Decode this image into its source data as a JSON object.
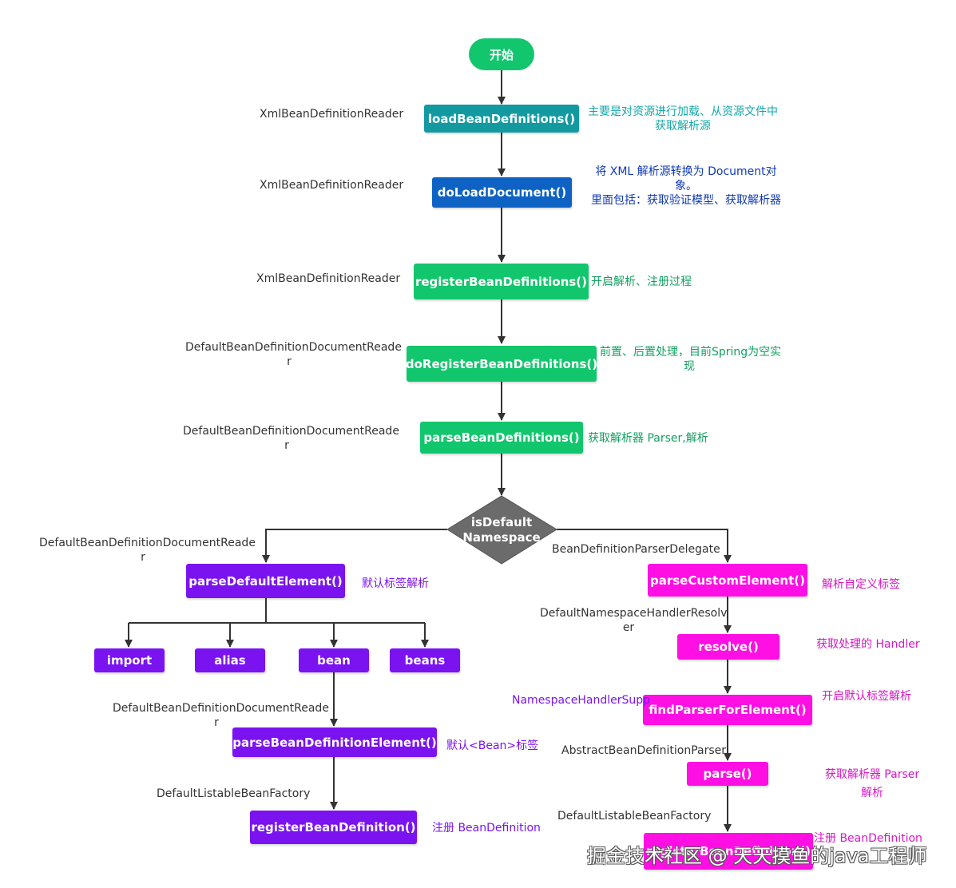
{
  "start": "开始",
  "decision": [
    "isDefault",
    "Namespace"
  ],
  "colors": {
    "teal": "#139aa0",
    "blue": "#0d62c4",
    "green": "#12c66d",
    "purple": "#7a13f0",
    "pink": "#ff0fe4",
    "decision": "#6b6b6b"
  },
  "main": {
    "load": "loadBeanDefinitions()",
    "doLoad": "doLoadDocument()",
    "register": "registerBeanDefinitions()",
    "doRegister": "doRegisterBeanDefinitions()",
    "parse": "parseBeanDefinitions()"
  },
  "left": {
    "parseDefault": "parseDefaultElement()",
    "import": "import",
    "alias": "alias",
    "bean": "bean",
    "beans": "beans",
    "parseBeanDef": "parseBeanDefinitionElement()",
    "registerBeanDef": "registerBeanDefinition()"
  },
  "right": {
    "parseCustom": "parseCustomElement()",
    "resolve": "resolve()",
    "findParser": "findParserForElement()",
    "parse": "parse()",
    "registerBeanDefHidden": "registerBeanDefinition()"
  },
  "classLabels": {
    "xml1": "XmlBeanDefinitionReader",
    "xml2": "XmlBeanDefinitionReader",
    "xml3": "XmlBeanDefinitionReader",
    "dbdr1": [
      "DefaultBeanDefinitionDocumentReade",
      "r"
    ],
    "dbdr2": [
      "DefaultBeanDefinitionDocumentReade",
      "r"
    ],
    "dbdr3": [
      "DefaultBeanDefinitionDocumentReade",
      "r"
    ],
    "dbdr4": [
      "DefaultBeanDefinitionDocumentReade",
      "r"
    ],
    "delegate": "BeanDefinitionParserDelegate",
    "resolver": [
      "DefaultNamespaceHandlerResolv",
      "er"
    ],
    "nsSupport": "NamespaceHandlerSupp",
    "abstractParser": "AbstractBeanDefinitionParser",
    "dlbf1": "DefaultListableBeanFactory",
    "dlbf2": "DefaultListableBeanFactory"
  },
  "notes": {
    "load": [
      "主要是对资源进行加载、从资源文件中",
      "获取解析源"
    ],
    "doLoad": [
      "将 XML 解析源转换为 Document对",
      "象。",
      "里面包括：获取验证模型、获取解析器"
    ],
    "register": "开启解析、注册过程",
    "doRegister": [
      "前置、后置处理，目前Spring为空实",
      "现"
    ],
    "parse": [
      "获取解析器 Parser",
      "解析"
    ],
    "parseDefault": "默认标签解析",
    "parseBeanDef": "默认<Bean>标签",
    "registerBeanDef": "注册 BeanDefinition",
    "parseCustom": "解析自定义标签",
    "resolve": "获取处理的 Handler",
    "findParser": "开启默认标签解析",
    "registerRight": "注册 BeanDefinition"
  },
  "watermark": "掘金技术社区 @ 天天摸鱼的java工程师"
}
